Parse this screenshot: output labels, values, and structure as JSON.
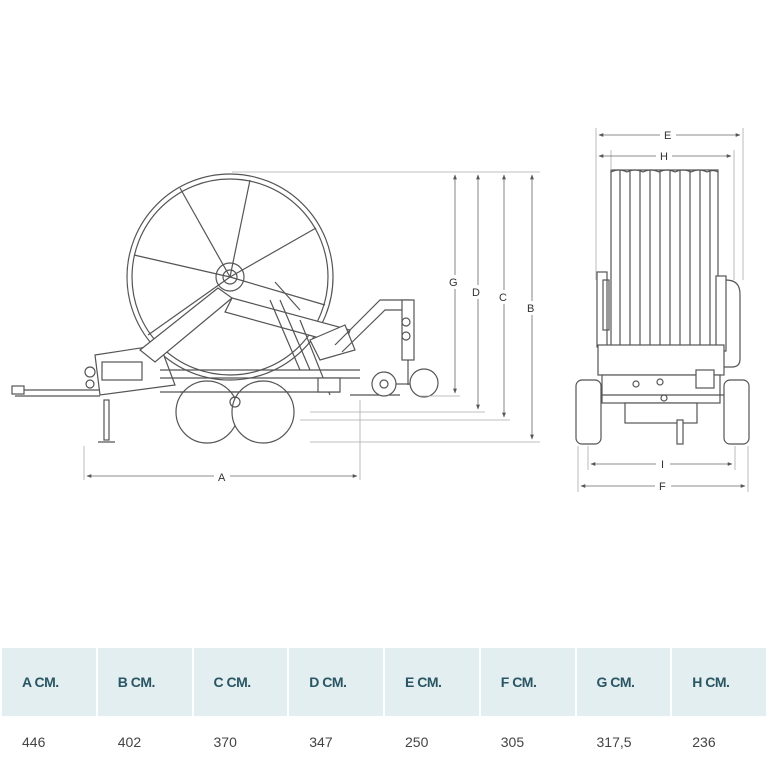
{
  "dimension_labels": {
    "a": "A",
    "b": "B",
    "c": "C",
    "d": "D",
    "e": "E",
    "f": "F",
    "g": "G",
    "h": "H",
    "i": "I"
  },
  "specs": {
    "headers": [
      "A CM.",
      "B CM.",
      "C CM.",
      "D CM.",
      "E CM.",
      "F CM.",
      "G CM.",
      "H CM."
    ],
    "values": [
      "446",
      "402",
      "370",
      "347",
      "250",
      "305",
      "317,5",
      "236"
    ]
  },
  "colors": {
    "line": "#555555",
    "header_bg": "#e3eef0",
    "header_text": "#2a5563"
  }
}
